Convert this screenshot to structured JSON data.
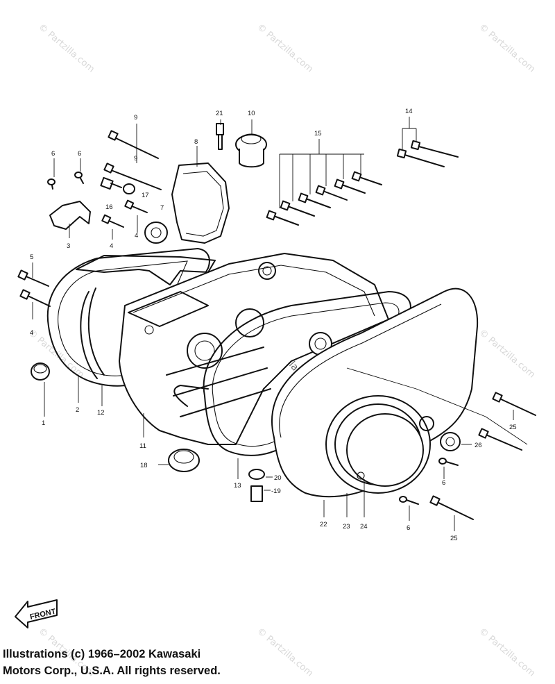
{
  "watermark": "© Partzilla.com",
  "front_label": "FRONT",
  "copyright": {
    "line1": "Illustrations (c) 1966–2002 Kawasaki",
    "line2": "Motors Corp., U.S.A.  All rights reserved."
  },
  "callouts": [
    "1",
    "2",
    "3",
    "4",
    "4",
    "4",
    "5",
    "6",
    "6",
    "6",
    "6",
    "7",
    "8",
    "9",
    "9",
    "10",
    "11",
    "12",
    "13",
    "14",
    "15",
    "16",
    "17",
    "18",
    "-19",
    "20",
    "21",
    "22",
    "23",
    "24",
    "25",
    "25",
    "26"
  ]
}
